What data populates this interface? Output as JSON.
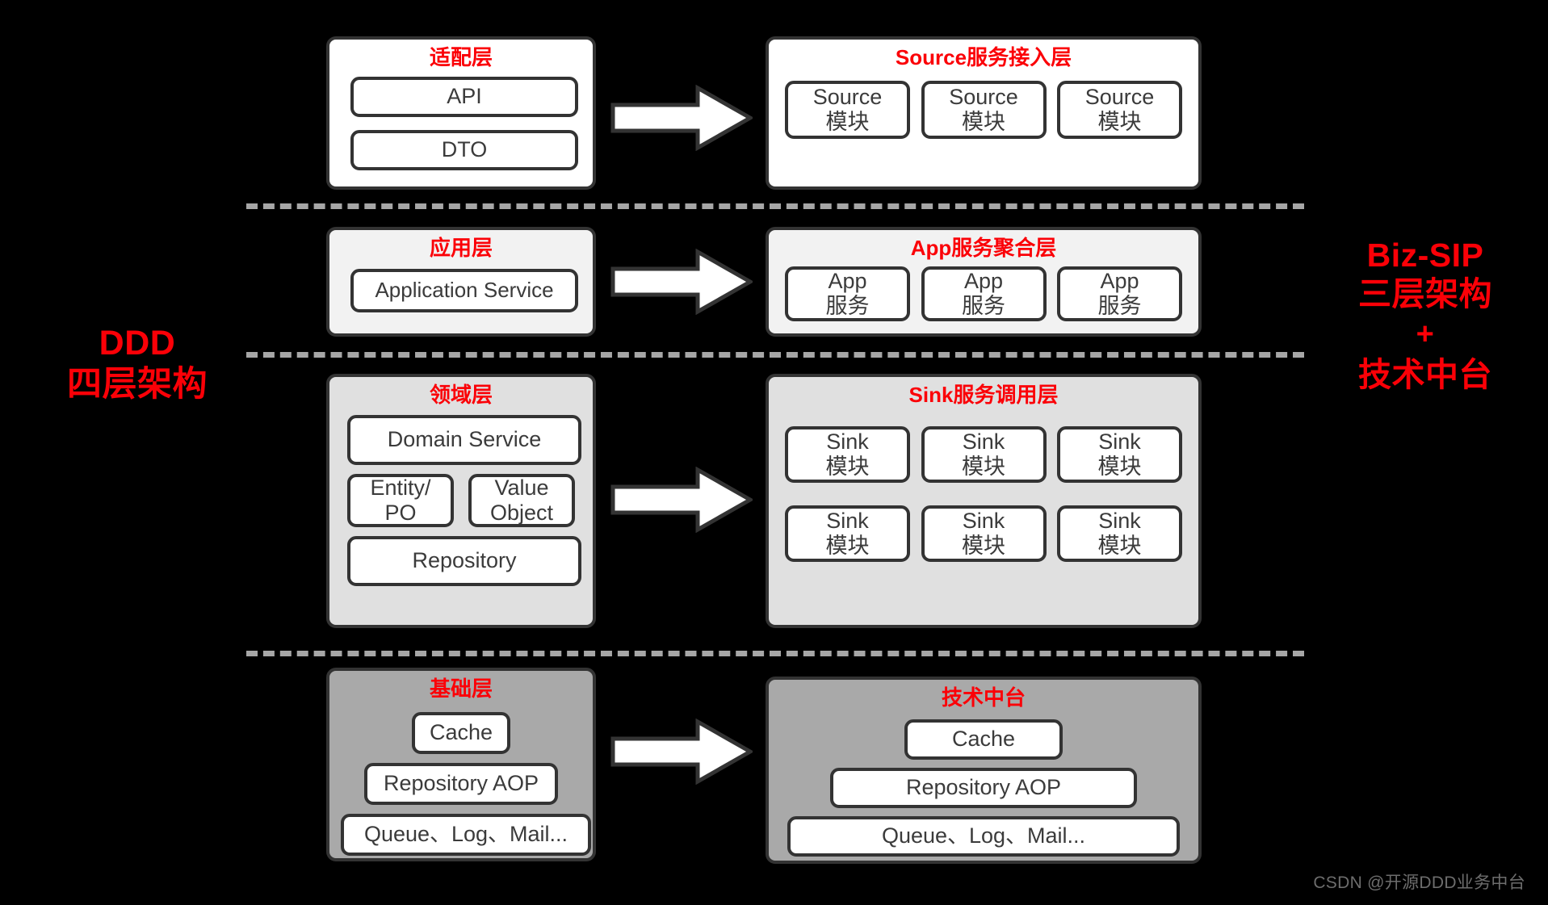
{
  "captions": {
    "left": {
      "line1": "DDD",
      "line2": "四层架构"
    },
    "right": {
      "line1": "Biz-SIP",
      "line2": "三层架构",
      "plus": "+",
      "line3": "技术中台"
    }
  },
  "watermark": "CSDN @开源DDD业务中台",
  "colors": {
    "background": "#000000",
    "accent_red": "#fb0007",
    "border_dark": "#333333",
    "panel_white": "#ffffff",
    "panel_light_grey": "#f2f2f2",
    "panel_grey": "#e0e0e0",
    "panel_dark_grey": "#a9a9a9",
    "divider_grey": "#a6a6a6",
    "watermark_grey": "#6d6d6d"
  },
  "rows": [
    {
      "id": "row-adapter",
      "left": {
        "title": "适配层",
        "nodes": [
          {
            "l1": "API"
          },
          {
            "l1": "DTO"
          }
        ]
      },
      "right": {
        "title": "Source服务接入层",
        "nodes": [
          {
            "l1": "Source",
            "l2": "模块"
          },
          {
            "l1": "Source",
            "l2": "模块"
          },
          {
            "l1": "Source",
            "l2": "模块"
          }
        ]
      }
    },
    {
      "id": "row-application",
      "left": {
        "title": "应用层",
        "nodes": [
          {
            "l1": "Application Service"
          }
        ]
      },
      "right": {
        "title": "App服务聚合层",
        "nodes": [
          {
            "l1": "App",
            "l2": "服务"
          },
          {
            "l1": "App",
            "l2": "服务"
          },
          {
            "l1": "App",
            "l2": "服务"
          }
        ]
      }
    },
    {
      "id": "row-domain",
      "left": {
        "title": "领域层",
        "nodes": [
          {
            "l1": "Domain Service"
          },
          {
            "l1": "Entity/",
            "l2": "PO"
          },
          {
            "l1": "Value",
            "l2": "Object"
          },
          {
            "l1": "Repository"
          }
        ]
      },
      "right": {
        "title": "Sink服务调用层",
        "nodes": [
          {
            "l1": "Sink",
            "l2": "模块"
          },
          {
            "l1": "Sink",
            "l2": "模块"
          },
          {
            "l1": "Sink",
            "l2": "模块"
          },
          {
            "l1": "Sink",
            "l2": "模块"
          },
          {
            "l1": "Sink",
            "l2": "模块"
          },
          {
            "l1": "Sink",
            "l2": "模块"
          }
        ]
      }
    },
    {
      "id": "row-infrastructure",
      "left": {
        "title": "基础层",
        "nodes": [
          {
            "l1": "Cache"
          },
          {
            "l1": "Repository AOP"
          },
          {
            "l1": "Queue、Log、Mail..."
          }
        ]
      },
      "right": {
        "title": "技术中台",
        "nodes": [
          {
            "l1": "Cache"
          },
          {
            "l1": "Repository AOP"
          },
          {
            "l1": "Queue、Log、Mail..."
          }
        ]
      }
    }
  ],
  "arrows": [
    {
      "name": "arrow-adapter-to-source"
    },
    {
      "name": "arrow-application-to-app"
    },
    {
      "name": "arrow-domain-to-sink"
    },
    {
      "name": "arrow-infrastructure-to-platform"
    }
  ]
}
